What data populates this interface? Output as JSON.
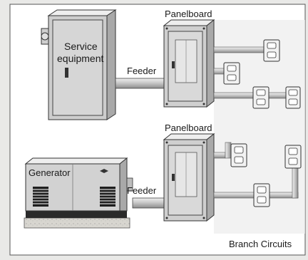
{
  "labels": {
    "service_equipment_line1": "Service",
    "service_equipment_line2": "equipment",
    "feeder_top": "Feeder",
    "feeder_bottom": "Feeder",
    "panelboard_top": "Panelboard",
    "panelboard_bottom": "Panelboard",
    "generator": "Generator",
    "branch_circuits": "Branch Circuits"
  },
  "colors": {
    "page_background": "#e9e9e7",
    "frame": "#ffffff",
    "metal_light": "#dcdcdc",
    "metal_mid": "#b8b8b8",
    "metal_dark": "#8f8f8f",
    "outline": "#2a2a2a"
  },
  "icons": {
    "outlet": "duplex-receptacle",
    "conduit": "conduit-pipe"
  }
}
